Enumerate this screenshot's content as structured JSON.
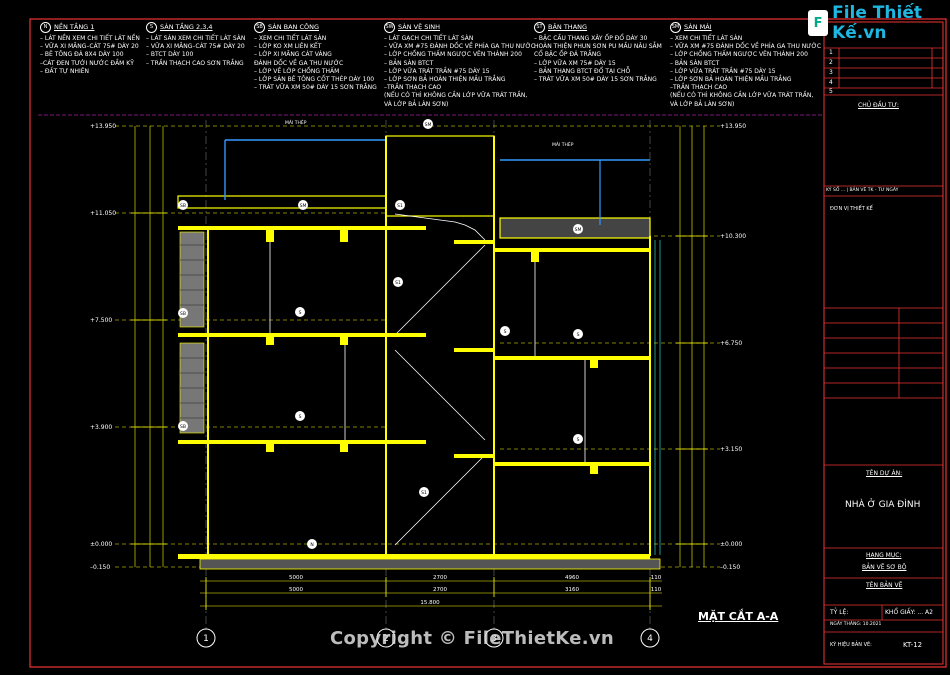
{
  "logo": {
    "icon": "F",
    "text": "File Thiết Kế.vn"
  },
  "notes": [
    {
      "tag": "N",
      "title": "NỀN TẦNG 1",
      "items": [
        "– LÁT NỀN XEM CHI TIẾT LÁT NỀN",
        "– VỮA XI MĂNG–CÁT 75# DÀY 20",
        "– BÊ TÔNG ĐÁ 8X4 DÀY 100",
        "–CÁT ĐEN TƯỚI NƯỚC ĐẦM KỸ",
        "– ĐẤT TỰ NHIÊN"
      ]
    },
    {
      "tag": "S",
      "title": "SÀN TẦNG 2,3,4",
      "items": [
        "– LÁT SÀN XEM CHI TIẾT LÁT SÀN",
        "– VỮA XI MĂNG–CÁT 75# DÀY 20",
        "– BTCT DÀY 100",
        "– TRẦN THẠCH CAO SƠN TRẮNG"
      ]
    },
    {
      "tag": "SB",
      "title": "SÀN BAN CÔNG",
      "items": [
        "– XEM CHI TIẾT LÁT SÀN",
        "– LỚP KO XM LIÊN KẾT",
        "– LỚP XI MĂNG CÁT VÀNG",
        "ĐÁNH DỐC VỀ GA THU NƯỚC",
        "– LỚP VỀ LỚP CHỐNG THẤM",
        "– LỚP SÀN BÊ TÔNG CỐT THÉP DÀY 100",
        "– TRÁT VỮA XM 50# DÀY 15 SƠN TRẮNG"
      ]
    },
    {
      "tag": "SW",
      "title": "SÀN VỆ SINH",
      "items": [
        "– LÁT GẠCH CHI TIẾT LÁT SÀN",
        "– VỮA XM #75 ĐÁNH DỐC VỀ PHÍA GA THU NƯỚC",
        "– LỚP CHỐNG THẤM NGƯỢC VÊN THÀNH 200",
        "– BẢN SÀN BTCT",
        "– LỚP VỮA TRÁT TRẦN #75 DÀY 15",
        "– LỚP SƠN BẢ HOÀN THIỆN MẦU TRẮNG",
        "–TRẦN THẠCH CAO",
        "(NẾU CÓ THÌ KHÔNG CẦN LỚP VỮA TRÁT TRẦN,",
        "VÀ LỚP BẢ LÀN SƠN)"
      ]
    },
    {
      "tag": "ST",
      "title": "BẬN THANG",
      "items": [
        "– BẬC CẦU THANG XÂY ỐP ĐỔ DÀY 30",
        "HOÀN THIỆN PHUN SƠN PU MẦU NÂU SẪM",
        "CỔ BẬC ỐP ĐÁ TRẮNG",
        "– LỚP VỮA XM 75# DÀY 15",
        "– BẢN THANG BTCT ĐỔ TẠI CHỖ",
        "– TRÁT VỮA XM 50# DÀY 15 SƠN TRẮNG"
      ]
    },
    {
      "tag": "SM",
      "title": "SÀN MÁI",
      "items": [
        "– XEM CHI TIẾT LÁT SÀN",
        "– VỮA XM #75 ĐÁNH DỐC VỀ PHÍA GA THU NƯỚC",
        "– LỚP CHỐNG THẤM NGƯỢC VÊN THÀNH 200",
        "– BẢN SÀN BTCT",
        "– LỚP VỮA TRÁT TRẦN #75 DÀY 15",
        "– LỚP SƠN BẢ HOÀN THIỆN MẦU TRẮNG",
        "–TRẦN THẠCH CAO",
        "(NẾU CÓ THÌ KHÔNG CẦN LỚP VỮA TRÁT TRẦN,",
        "VÀ LỚP BẢ LÀN SƠN)"
      ]
    }
  ],
  "levels": {
    "roof": "+13.950",
    "l4": "+11.050",
    "l3": "+7.500",
    "l2": "+3.900",
    "l1": "±0.000",
    "ground": "–0.150",
    "r_roof": "+13.950",
    "r_l4": "+10.300",
    "r_l3": "+6.750",
    "r_l2": "+3.150",
    "r_l1": "±0.000",
    "r_ground": "–0.150"
  },
  "dims": {
    "row1": [
      "5000",
      "2700",
      "4960",
      "110"
    ],
    "row2": [
      "5000",
      "2700",
      "3160",
      "110"
    ],
    "total": "15.800"
  },
  "axes": [
    "1",
    "2",
    "3",
    "4"
  ],
  "labels": {
    "pipe_left": "MÁI THÉP",
    "pipe_right": "MÁI THÉP",
    "section_title": "MẶT CẮT A-A"
  },
  "floor_tags": [
    "SM",
    "SM",
    "SM",
    "S1",
    "S1",
    "S1",
    "SB",
    "SB",
    "SB",
    "S",
    "S",
    "S",
    "S",
    "S",
    "N"
  ],
  "title_block": {
    "revs": [
      "1",
      "2",
      "3",
      "4",
      "5"
    ],
    "investor_label": "CHỦ ĐẦU TƯ:",
    "signoff": "KÝ SỐ ... | BẢN VẼ TK - TƯ NGÀY",
    "designer_label": "ĐƠN VỊ THIẾT KẾ",
    "rows": [
      "",
      "",
      "",
      "",
      "",
      ""
    ],
    "project_label": "TÊN DỰ ÁN:",
    "project_name": "NHÀ Ở GIA ĐÌNH",
    "item_label": "HẠNG MỤC:",
    "item_name": "BẢN VẼ SƠ BỘ",
    "drawing_label": "TÊN BẢN VẼ",
    "scale_label": "TỶ LỆ:",
    "paper_label": "KHỔ GIẤY: ... A2",
    "date_label": "NGÀY THÁNG: 10.2021",
    "sheet_label": "KÝ HIỆU BẢN VẼ:",
    "sheet_no": "KT-12"
  },
  "copyright": "Copyright © FileThietKe.vn",
  "colors": {
    "frame": "#e33",
    "yellow": "#ff0",
    "cyan": "#3fe",
    "magenta": "#f3f",
    "white": "#fff",
    "green": "#3c3",
    "gray": "#888",
    "blue": "#39f"
  }
}
